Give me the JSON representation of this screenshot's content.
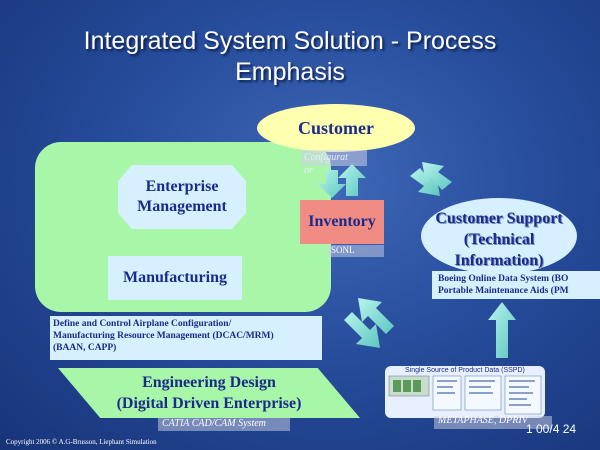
{
  "title": {
    "line1": "Integrated System Solution - Process",
    "line2": "Emphasis"
  },
  "nodes": {
    "customer": "Customer",
    "enterprise_line1": "Enterprise",
    "enterprise_line2": "Management",
    "manufacturing": "Manufacturing",
    "inventory": "Inventory",
    "config_label_line1": "Configurat",
    "config_label_line2": "or",
    "sonl_label": "SONL",
    "customer_support_line1": "Customer Support",
    "customer_support_line2": "(Technical",
    "customer_support_line3": "Information)",
    "boeing_line1": "Boeing Online Data System (BO",
    "boeing_line2": "Portable Maintenance Aids (PM",
    "define_line1": "Define and Control Airplane Configuration/",
    "define_line2": "Manufacturing Resource Management (DCAC/MRM)",
    "define_line3": "(BAAN, CAPP)",
    "engineering_line1": "Engineering Design",
    "engineering_line2": "(Digital Driven Enterprise)",
    "catia_label": "CATIA CAD/CAM System",
    "sspd_title": "Single Source of Product Data (SSPD)",
    "metaphase_label": "METAPHASE, DPRIV",
    "page_number": "1 00/4 24"
  },
  "footer": {
    "copyright": "Copyright 2006 © A.G-Brusson, Liephant Simulation"
  },
  "colors": {
    "background": "#274d9c",
    "green_panel": "#a8f6a8",
    "light_box": "#d6f0ff",
    "customer_fill": "#ffffb0",
    "inventory_fill": "#f08c84",
    "text_navy": "#1b2b8a",
    "arrow_fill": "#8ee8d8"
  }
}
